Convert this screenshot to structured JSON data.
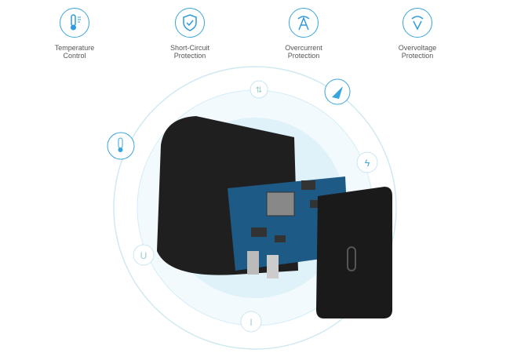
{
  "features": [
    {
      "icon": "thermometer-icon",
      "line1": "Temperature",
      "line2": "Control"
    },
    {
      "icon": "shield-check-icon",
      "line1": "Short-Circuit",
      "line2": "Protection"
    },
    {
      "icon": "overcurrent-icon",
      "line1": "Overcurrent",
      "line2": "Protection"
    },
    {
      "icon": "overvoltage-icon",
      "line1": "Overvoltage",
      "line2": "Protection"
    }
  ],
  "colors": {
    "accent": "#3aa4dc",
    "circle": "#d7eef7",
    "device": "#1c1c1c",
    "pcb": "#1d5a86"
  }
}
